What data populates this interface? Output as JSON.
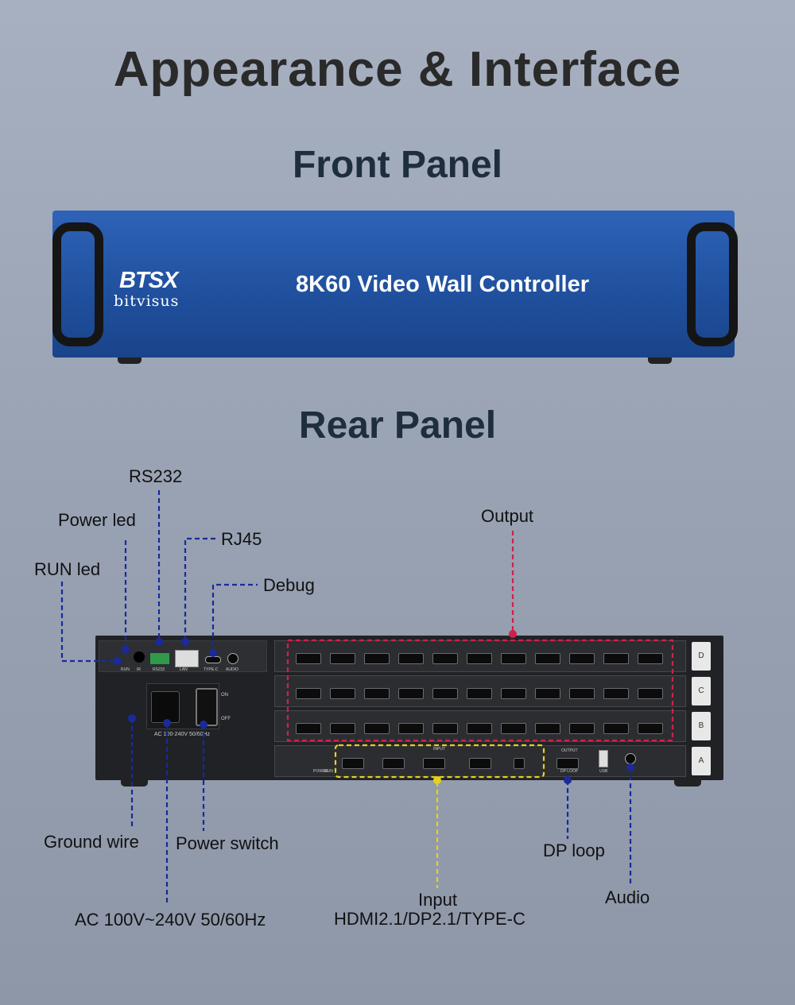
{
  "title": "Appearance & Interface",
  "front": {
    "heading": "Front Panel",
    "logo": "BTSX",
    "logo_sub": "bitvisus",
    "device_title": "8K60 Video Wall Controller"
  },
  "rear": {
    "heading": "Rear Panel",
    "labels": {
      "rs232": "RS232",
      "power_led": "Power led",
      "rj45": "RJ45",
      "run_led": "RUN led",
      "debug": "Debug",
      "output": "Output",
      "ground_wire": "Ground wire",
      "power_switch": "Power switch",
      "ac": "AC 100V~240V 50/60Hz",
      "dp_loop": "DP loop",
      "audio": "Audio",
      "input_line1": "Input",
      "input_line2": "HDMI2.1/DP2.1/TYPE-C"
    },
    "panel_text": {
      "ac_spec": "AC 100-240V 50/60Hz",
      "on": "ON",
      "off": "OFF",
      "lan": "LAN",
      "type_c": "TYPE-C",
      "audio": "AUDIO",
      "rs232": "RS232",
      "run": "RUN",
      "ir": "IR",
      "input": "INPUT",
      "output": "OUTPUT",
      "dp_loop": "DP LOOP",
      "usb": "USB",
      "power": "POWER",
      "slots": [
        "D",
        "C",
        "B",
        "A"
      ]
    }
  },
  "colors": {
    "callout_blue": "#1a2a9a",
    "output_red": "#d0204a",
    "input_yellow": "#e8d01a",
    "front_blue": "#1f4f9c"
  }
}
